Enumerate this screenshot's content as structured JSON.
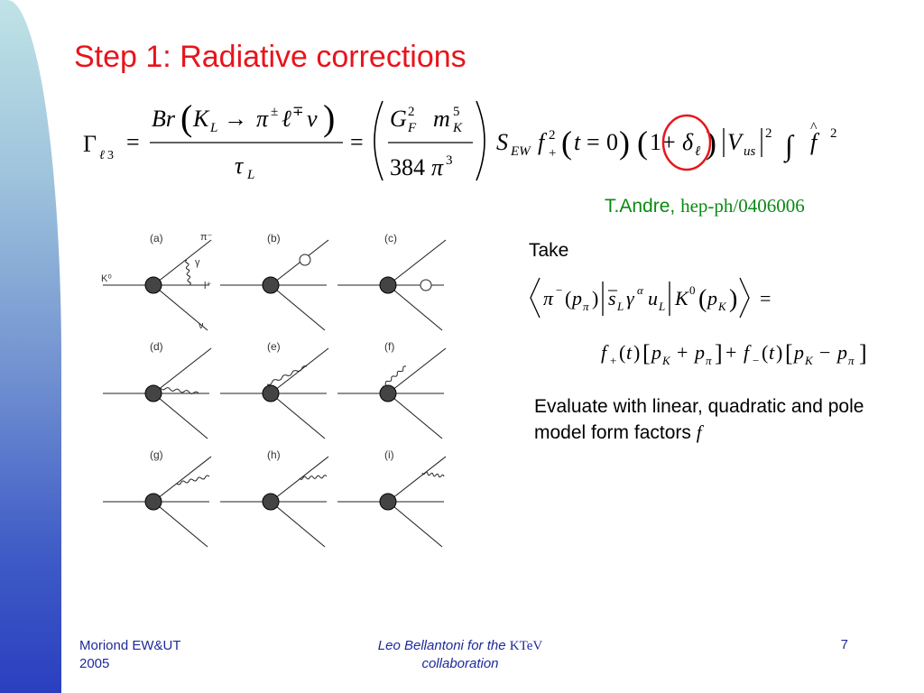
{
  "slide": {
    "title": "Step 1: Radiative corrections",
    "reference_author": "T.Andre,",
    "reference_code": "hep-ph/0406006",
    "take_label": "Take",
    "evaluate_text": "Evaluate with linear, quadratic and pole model form factors",
    "evaluate_symbol": "f",
    "footer_left_line1": "Moriond EW&UT",
    "footer_left_line2": "2005",
    "footer_center_prefix": "Leo Bellantoni for the",
    "footer_center_ktev": "KTeV",
    "footer_center_line2": "collaboration",
    "page_number": "7",
    "accent_color": "#e8141c",
    "reference_color": "#0a8a12",
    "footer_color": "#1d2a9a"
  },
  "diagrams": {
    "labels": [
      "(a)",
      "(b)",
      "(c)",
      "(d)",
      "(e)",
      "(f)",
      "(g)",
      "(h)",
      "(i)"
    ],
    "particle_labels": {
      "kaon": "K⁰",
      "pion": "π⁻",
      "photon": "γ",
      "lepton": "l⁺",
      "neutrino": "ν"
    }
  }
}
